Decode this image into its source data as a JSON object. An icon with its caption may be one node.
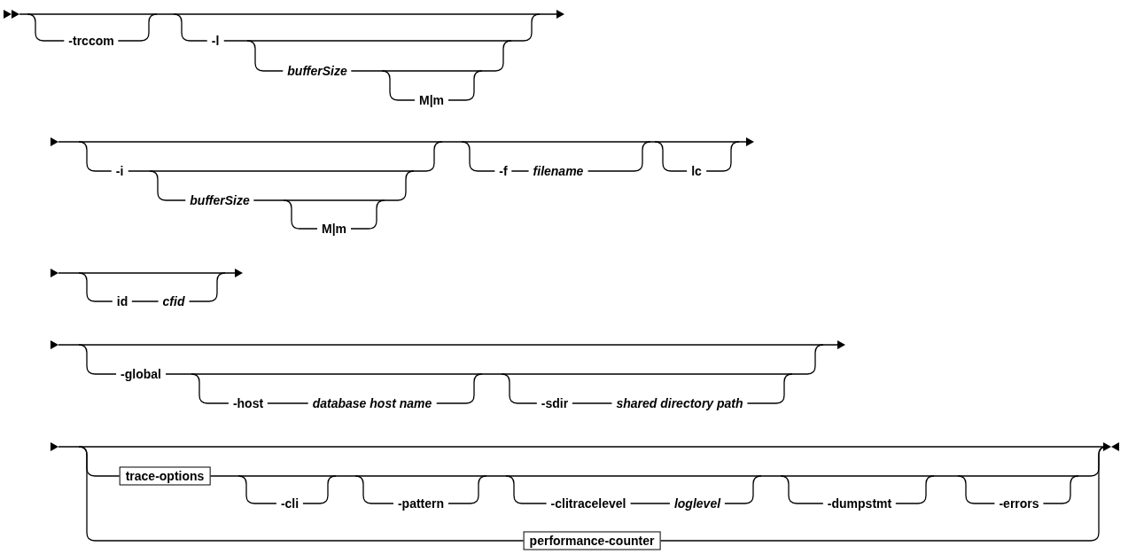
{
  "diagram": {
    "nodes": [
      {
        "text": [
          "trace-options"
        ]
      },
      {
        "text": [
          "performance-counter"
        ]
      }
    ],
    "labels": [
      "-trccom",
      "-l",
      "bufferSize",
      "M|m",
      "-i",
      "bufferSize",
      "M|m",
      "-f",
      "filename",
      "lc",
      "id",
      "cfid",
      "-global",
      "-host",
      "database host name",
      "-sdir",
      "shared directory path",
      "-cli",
      "-pattern",
      "-clitracelevel",
      "loglevel",
      "-dumpstmt",
      "-errors"
    ]
  }
}
